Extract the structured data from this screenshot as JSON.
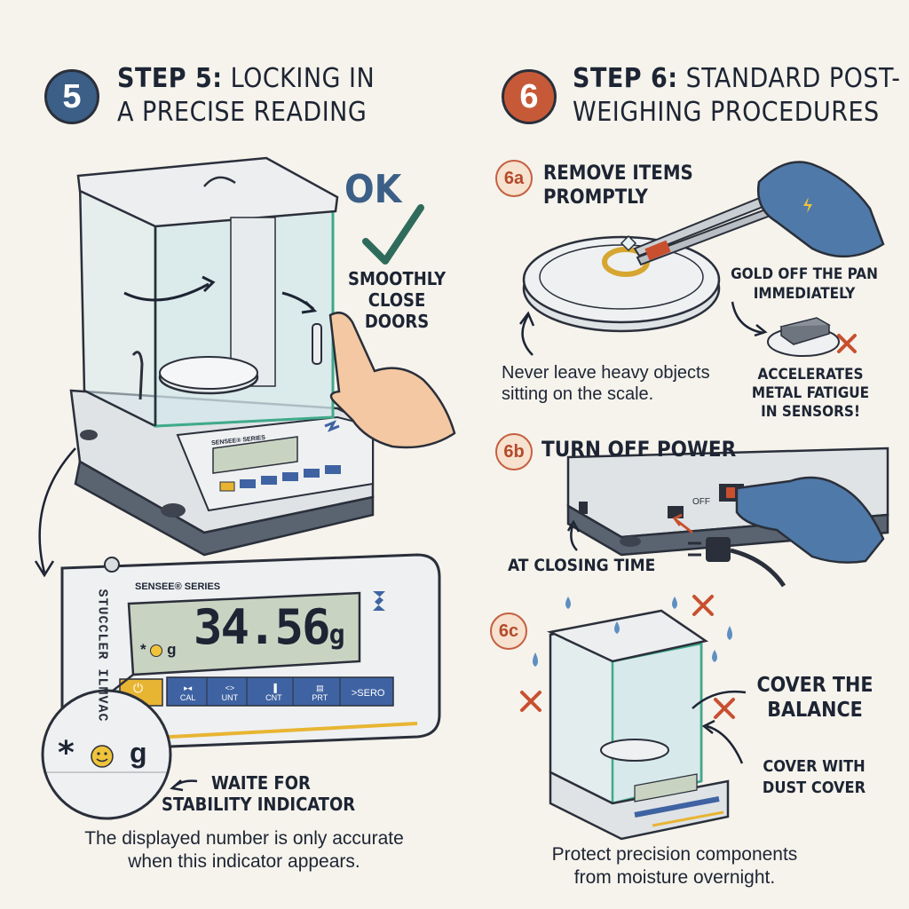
{
  "step5": {
    "number": "5",
    "title_bold": "STEP 5:",
    "title_rest_line1": "LOCKING IN",
    "title_line2": "A PRECISE READING",
    "ok": "OK",
    "close_doors": [
      "SMOOTHLY",
      "CLOSE",
      "DOORS"
    ],
    "balance_brand_small": "SENSEE® SERIES",
    "display": {
      "series": "SENSEE® SERIES",
      "side_text": "STUCCLER ILMVAC",
      "reading": "34.56",
      "unit": "g",
      "indicator_star": "*",
      "indicator_unit": "g",
      "buttons": [
        {
          "icon": "▸◂",
          "label": "CAL"
        },
        {
          "icon": "<>",
          "label": "UNT"
        },
        {
          "icon": "▐",
          "label": "CNT"
        },
        {
          "icon": "▤",
          "label": "PRT"
        },
        {
          "icon": "",
          "label": ">SERO"
        }
      ]
    },
    "magnifier": {
      "star": "*",
      "unit": "g"
    },
    "wait_label": [
      "WAITE FOR",
      "STABILITY INDICATOR"
    ],
    "note": [
      "The displayed number is only accurate",
      "when this indicator appears."
    ]
  },
  "step6": {
    "number": "6",
    "title_bold": "STEP 6:",
    "title_rest_line1": "STANDARD POST-",
    "title_line2": "WEIGHING PROCEDURES",
    "a": {
      "badge": "6a",
      "heading": [
        "REMOVE ITEMS",
        "PROMPTLY"
      ],
      "gold_label": [
        "GOLD OFF THE PAN",
        "IMMEDIATELY"
      ],
      "note": [
        "Never leave heavy objects",
        "sitting on the scale."
      ],
      "warning": [
        "ACCELERATES",
        "METAL FATIGUE",
        "IN SENSORS!"
      ]
    },
    "b": {
      "badge": "6b",
      "heading": "TURN OFF POWER",
      "switch_label": "OFF",
      "closing": "AT CLOSING TIME"
    },
    "c": {
      "badge": "6c",
      "cover_title": [
        "COVER THE",
        "BALANCE"
      ],
      "dust_cover": [
        "COVER WITH",
        "DUST COVER"
      ],
      "note": [
        "Protect precision components",
        "from moisture overnight."
      ]
    }
  },
  "colors": {
    "step5_circle": "#3b5f86",
    "step6_circle": "#c65a38",
    "check": "#2f6b5b",
    "accent_blue": "#4a6fa5",
    "x_mark": "#c8502f",
    "glove": "#4f79a8",
    "lcd": "#c9d3c2"
  }
}
